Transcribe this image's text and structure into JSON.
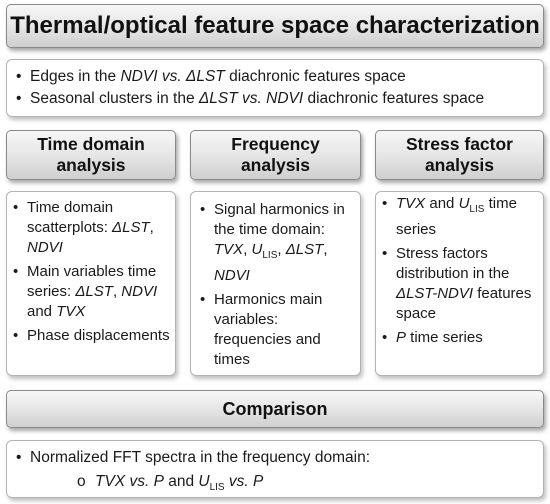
{
  "title": "Thermal/optical feature space characterization",
  "top_items": [
    [
      "Edges in the ",
      {
        "i": "NDVI vs. ΔLST"
      },
      " diachronic features space"
    ],
    [
      "Seasonal clusters in the ",
      {
        "i": "ΔLST vs. NDVI"
      },
      " diachronic features space"
    ]
  ],
  "columns": [
    {
      "header": [
        "Time domain",
        "analysis"
      ],
      "items": [
        [
          "Time domain scatterplots: ",
          {
            "i": "ΔLST"
          },
          ", ",
          {
            "i": "NDVI"
          }
        ],
        [
          "Main variables time series: ",
          {
            "i": "ΔLST"
          },
          ", ",
          {
            "i": "NDVI"
          },
          " and ",
          {
            "i": "TVX"
          }
        ],
        [
          "Phase displacements"
        ]
      ]
    },
    {
      "header": [
        "Frequency",
        "analysis"
      ],
      "items": [
        [
          "Signal harmonics in the time domain: ",
          {
            "i": "TVX"
          },
          ", ",
          {
            "i": "U"
          },
          {
            "s": "LIS"
          },
          ", ",
          {
            "i": "ΔLST"
          },
          ", ",
          {
            "i": "NDVI"
          }
        ],
        [
          "Harmonics main variables: frequencies and times"
        ]
      ]
    },
    {
      "header": [
        "Stress factor",
        "analysis"
      ],
      "items": [
        [
          {
            "i": "TVX"
          },
          " and ",
          {
            "i": "U"
          },
          {
            "s": "LIS"
          },
          "  time series"
        ],
        [
          "Stress factors distribution in the ",
          {
            "i": "ΔLST-NDVI"
          },
          " features space"
        ],
        [
          {
            "i": "P"
          },
          "  time series"
        ]
      ]
    }
  ],
  "comparison": {
    "header": "Comparison",
    "item": "Normalized FFT spectra in the frequency domain:",
    "sub_item": [
      {
        "i": "TVX vs. P"
      },
      " and ",
      {
        "i": "U"
      },
      {
        "s": "LIS"
      },
      " ",
      {
        "i": "vs. P"
      }
    ]
  }
}
